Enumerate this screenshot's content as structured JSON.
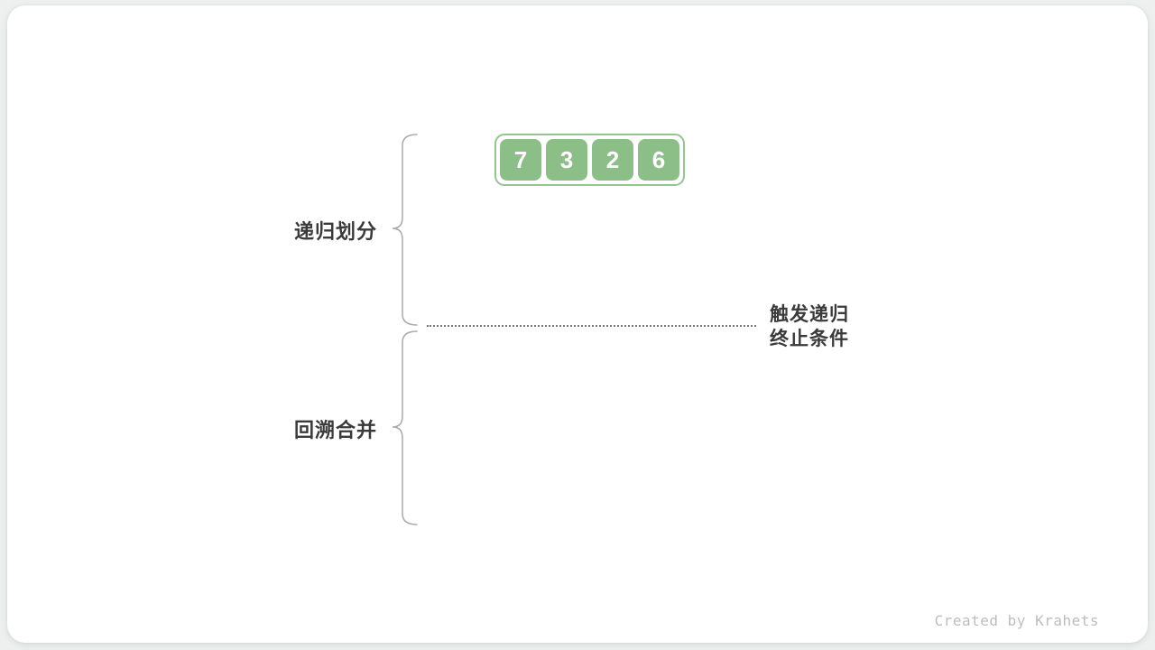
{
  "diagram": {
    "array": {
      "values": [
        "7",
        "3",
        "2",
        "6"
      ]
    },
    "labels": {
      "recursive_divide": "递归划分",
      "backtrack_merge": "回溯合并",
      "termination_line1": "触发递归",
      "termination_line2": "终止条件"
    },
    "footer": {
      "credit": "Created by Krahets"
    },
    "colors": {
      "cell_green": "#8cbf88",
      "container_border_green": "#94c591",
      "text_dark": "#3a3a3a",
      "brace_gray": "#a9a9a9",
      "dotted_line_gray": "#757575",
      "footer_gray": "#bdbdbd",
      "page_background": "#eef0ef",
      "card_background": "#ffffff"
    }
  }
}
